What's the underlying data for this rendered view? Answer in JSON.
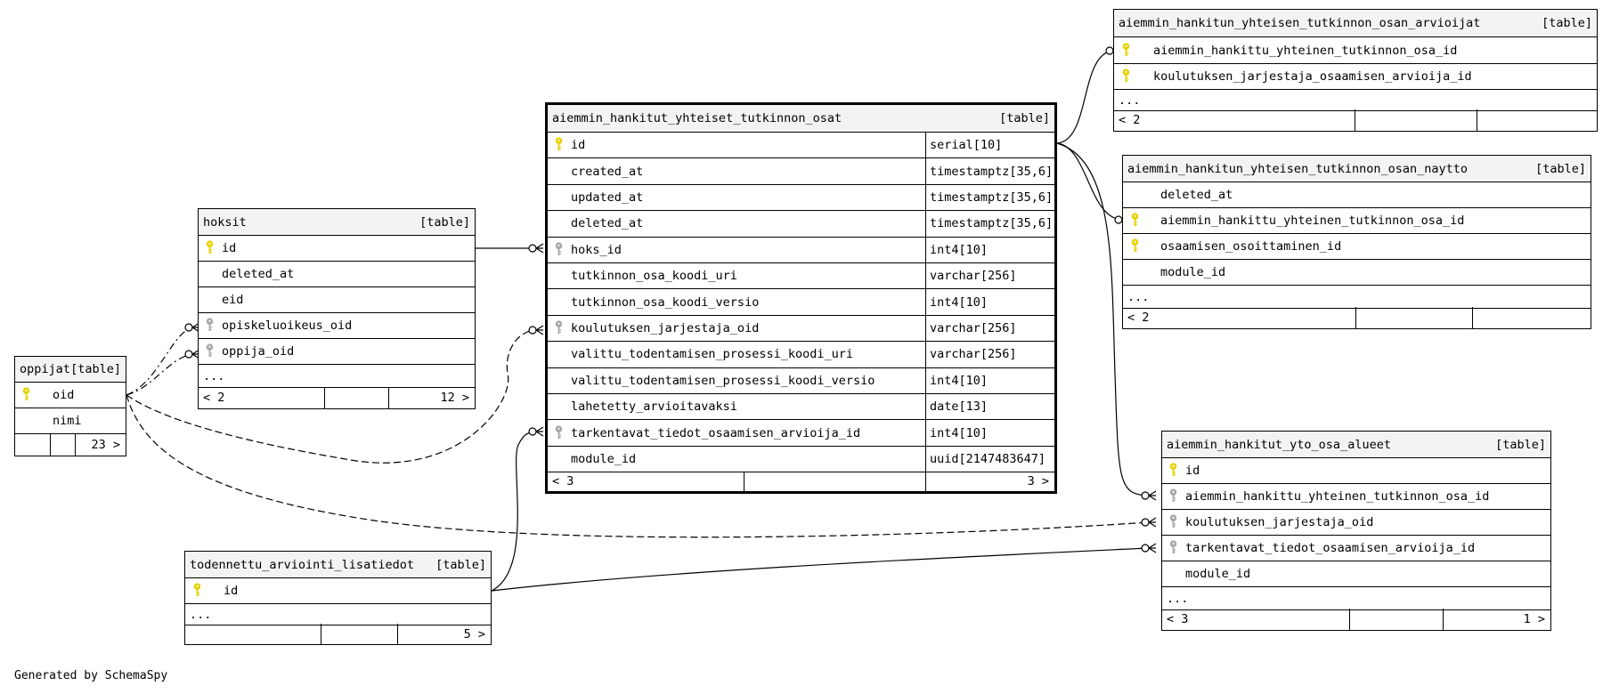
{
  "credit": "Generated by SchemaSpy",
  "colors": {
    "primary_key": "#e6d200",
    "foreign_key": "#a8a8a8",
    "header_bg": "#f3f3f3"
  },
  "tables": {
    "oppijat": {
      "name": "oppijat",
      "type": "[table]",
      "columns": [
        {
          "name": "oid",
          "key": "primary"
        },
        {
          "name": "nimi",
          "key": "none"
        }
      ],
      "footer": {
        "right": "23 >"
      }
    },
    "hoksit": {
      "name": "hoksit",
      "type": "[table]",
      "columns": [
        {
          "name": "id",
          "key": "primary"
        },
        {
          "name": "deleted_at",
          "key": "none"
        },
        {
          "name": "eid",
          "key": "none"
        },
        {
          "name": "opiskeluoikeus_oid",
          "key": "foreign"
        },
        {
          "name": "oppija_oid",
          "key": "foreign"
        }
      ],
      "ellipsis": "...",
      "footer": {
        "left": "< 2",
        "right": "12 >"
      }
    },
    "main": {
      "name": "aiemmin_hankitut_yhteiset_tutkinnon_osat",
      "type": "[table]",
      "columns": [
        {
          "name": "id",
          "key": "primary",
          "dtype": "serial[10]"
        },
        {
          "name": "created_at",
          "key": "none",
          "dtype": "timestamptz[35,6]"
        },
        {
          "name": "updated_at",
          "key": "none",
          "dtype": "timestamptz[35,6]"
        },
        {
          "name": "deleted_at",
          "key": "none",
          "dtype": "timestamptz[35,6]"
        },
        {
          "name": "hoks_id",
          "key": "foreign",
          "dtype": "int4[10]"
        },
        {
          "name": "tutkinnon_osa_koodi_uri",
          "key": "none",
          "dtype": "varchar[256]"
        },
        {
          "name": "tutkinnon_osa_koodi_versio",
          "key": "none",
          "dtype": "int4[10]"
        },
        {
          "name": "koulutuksen_jarjestaja_oid",
          "key": "foreign",
          "dtype": "varchar[256]"
        },
        {
          "name": "valittu_todentamisen_prosessi_koodi_uri",
          "key": "none",
          "dtype": "varchar[256]"
        },
        {
          "name": "valittu_todentamisen_prosessi_koodi_versio",
          "key": "none",
          "dtype": "int4[10]"
        },
        {
          "name": "lahetetty_arvioitavaksi",
          "key": "none",
          "dtype": "date[13]"
        },
        {
          "name": "tarkentavat_tiedot_osaamisen_arvioija_id",
          "key": "foreign",
          "dtype": "int4[10]"
        },
        {
          "name": "module_id",
          "key": "none",
          "dtype": "uuid[2147483647]"
        }
      ],
      "footer": {
        "left": "< 3",
        "right": "3 >"
      }
    },
    "todennettu": {
      "name": "todennettu_arviointi_lisatiedot",
      "type": "[table]",
      "columns": [
        {
          "name": "id",
          "key": "primary"
        }
      ],
      "ellipsis": "...",
      "footer": {
        "right": "5 >"
      }
    },
    "arvioijat": {
      "name": "aiemmin_hankitun_yhteisen_tutkinnon_osan_arvioijat",
      "type": "[table]",
      "columns": [
        {
          "name": "aiemmin_hankittu_yhteinen_tutkinnon_osa_id",
          "key": "primary"
        },
        {
          "name": "koulutuksen_jarjestaja_osaamisen_arvioija_id",
          "key": "primary"
        }
      ],
      "ellipsis": "...",
      "footer": {
        "left": "< 2"
      }
    },
    "naytto": {
      "name": "aiemmin_hankitun_yhteisen_tutkinnon_osan_naytto",
      "type": "[table]",
      "columns": [
        {
          "name": "deleted_at",
          "key": "none"
        },
        {
          "name": "aiemmin_hankittu_yhteinen_tutkinnon_osa_id",
          "key": "primary"
        },
        {
          "name": "osaamisen_osoittaminen_id",
          "key": "primary"
        },
        {
          "name": "module_id",
          "key": "none"
        }
      ],
      "ellipsis": "...",
      "footer": {
        "left": "< 2"
      }
    },
    "yto": {
      "name": "aiemmin_hankitut_yto_osa_alueet",
      "type": "[table]",
      "columns": [
        {
          "name": "id",
          "key": "primary"
        },
        {
          "name": "aiemmin_hankittu_yhteinen_tutkinnon_osa_id",
          "key": "foreign"
        },
        {
          "name": "koulutuksen_jarjestaja_oid",
          "key": "foreign"
        },
        {
          "name": "tarkentavat_tiedot_osaamisen_arvioija_id",
          "key": "foreign"
        },
        {
          "name": "module_id",
          "key": "none"
        }
      ],
      "ellipsis": "...",
      "footer": {
        "left": "< 3",
        "right": "1 >"
      }
    }
  }
}
